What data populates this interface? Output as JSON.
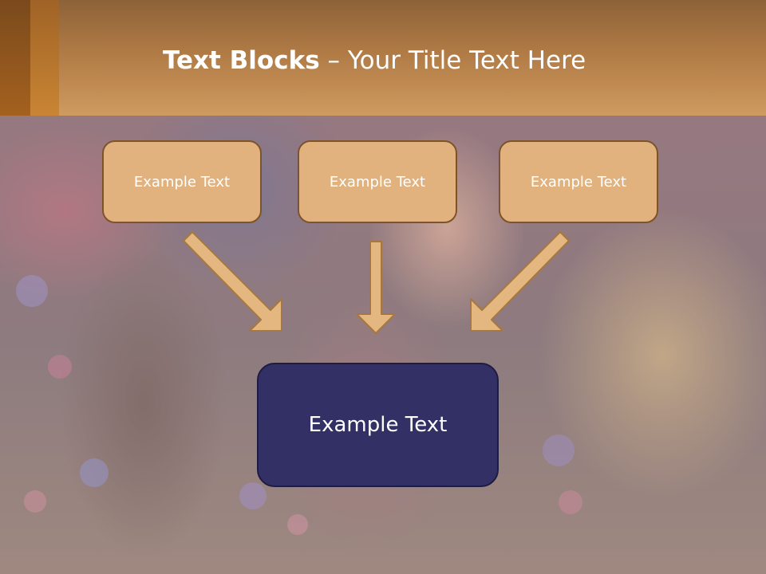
{
  "slide": {
    "title_bold": "Text Blocks",
    "title_rest": " – Your Title Text Here"
  },
  "diagram": {
    "top_boxes": [
      {
        "label": "Example Text"
      },
      {
        "label": "Example Text"
      },
      {
        "label": "Example Text"
      }
    ],
    "main_box": {
      "label": "Example Text"
    }
  },
  "colors": {
    "header": "#cf9b5f",
    "small_box_fill": "#e1b27d",
    "small_box_border": "#7e532a",
    "main_box_fill": "#333066",
    "arrow_fill": "#e4b680"
  }
}
